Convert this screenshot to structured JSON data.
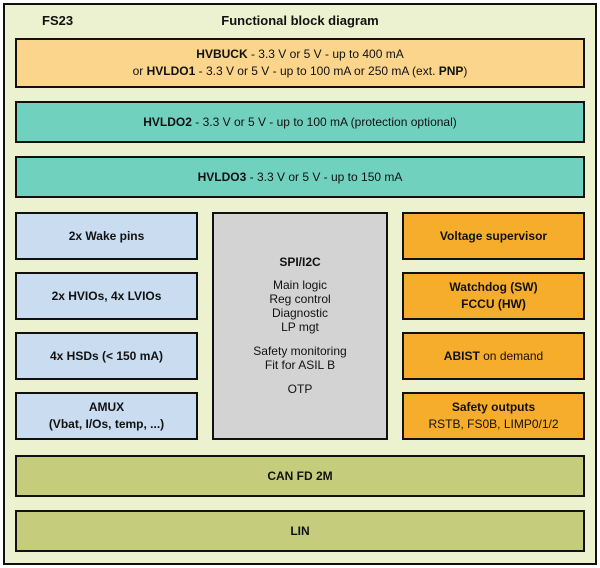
{
  "header": {
    "chip_label": "FS23",
    "title": "Functional block diagram"
  },
  "colors": {
    "canvas_bg": "#ECF2D0",
    "hvbuck_bg": "#FBD58B",
    "hvldo_bg": "#6FD1BE",
    "io_bg": "#C9DCF0",
    "core_bg": "#D3D3D3",
    "safety_bg": "#F6AD2B",
    "comms_bg": "#C5CD7D",
    "border": "#111111"
  },
  "hvbuck": {
    "line1_name": "HVBUCK",
    "line1_spec": " - 3.3 V or 5 V - up to 400 mA",
    "line2_prefix": "or ",
    "line2_name": "HVLDO1",
    "line2_spec": " - 3.3 V or 5 V - up to 100 mA or 250 mA (ext. ",
    "line2_pnp": "PNP",
    "line2_close": ")"
  },
  "hvldo2": {
    "name": "HVLDO2",
    "spec": " - 3.3 V or 5 V - up to 100 mA (protection optional)"
  },
  "hvldo3": {
    "name": "HVLDO3",
    "spec": " - 3.3 V or 5 V - up to 150 mA"
  },
  "left_column": [
    {
      "line1": "2x Wake pins"
    },
    {
      "line1": "2x HVIOs, 4x LVIOs"
    },
    {
      "line1": "4x HSDs (< 150 mA)"
    },
    {
      "line1": "AMUX",
      "line2": "(Vbat, I/Os, temp, ...)"
    }
  ],
  "core": {
    "title": "SPI/I2C",
    "logic_lines": [
      "Main logic",
      "Reg control",
      "Diagnostic",
      "LP mgt"
    ],
    "safety_lines": [
      "Safety monitoring",
      "Fit for ASIL B"
    ],
    "otp": "OTP"
  },
  "right_column": [
    {
      "line1_bold": "Voltage supervisor"
    },
    {
      "line1_bold": "Watchdog (SW)",
      "line2_bold": "FCCU (HW)"
    },
    {
      "line1_bold": "ABIST",
      "line1_rest": " on demand"
    },
    {
      "line1_bold": "Safety outputs",
      "line2_rest": "RSTB, FS0B, LIMP0/1/2"
    }
  ],
  "comms": {
    "can": "CAN FD 2M",
    "lin": "LIN"
  }
}
